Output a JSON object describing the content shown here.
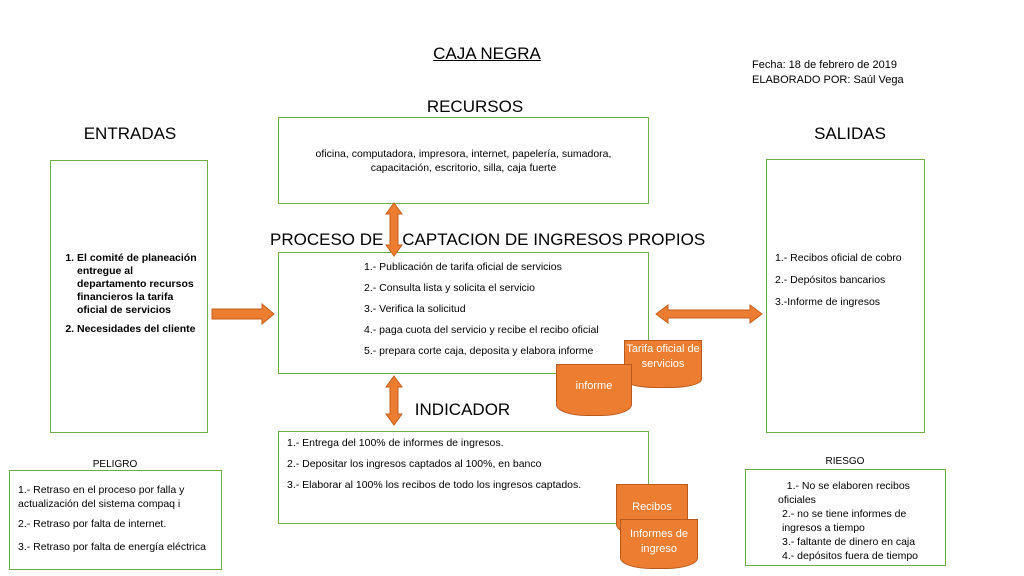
{
  "header": {
    "title": "CAJA NEGRA",
    "date": "Fecha: 18 de febrero de 2019",
    "author": "ELABORADO POR: Saúl Vega"
  },
  "recursos": {
    "heading": "RECURSOS",
    "text": "oficina, computadora, impresora, internet, papelería, sumadora, capacitación, escritorio, silla, caja fuerte"
  },
  "entradas": {
    "heading": "ENTRADAS",
    "items": [
      "El comité de planeación entregue al departamento recursos financieros la tarifa oficial  de servicios",
      "Necesidades del cliente"
    ]
  },
  "salidas": {
    "heading": "SALIDAS",
    "items": [
      "1.- Recibos oficial de cobro",
      "2.- Depósitos bancarios",
      "3.-Informe de ingresos"
    ]
  },
  "proceso": {
    "heading": "PROCESO DE    CAPTACION DE INGRESOS PROPIOS",
    "steps": [
      "1.-  Publicación de tarifa oficial de servicios",
      "2.- Consulta lista y solicita el servicio",
      "3.- Verifica la solicitud",
      "4.- paga cuota del servicio y recibe el recibo oficial",
      "5.- prepara corte caja, deposita y elabora informe"
    ]
  },
  "indicador": {
    "heading": "INDICADOR",
    "items": [
      "1.- Entrega del 100% de informes de ingresos.",
      "2.- Depositar los ingresos captados al 100%, en banco",
      " 3.- Elaborar al 100% los recibos de todo los ingresos captados."
    ]
  },
  "peligro": {
    "label": "PELIGRO",
    "items": [
      " 1.- Retraso en el proceso  por falla y actualización del sistema compaq i",
      "2.- Retraso por falta de internet.",
      "3.- Retraso por falta de energía eléctrica"
    ]
  },
  "riesgo": {
    "label": "RIESGO",
    "items": [
      "   1.- No se elaboren recibos oficiales",
      "2.- no se tiene informes de ingresos a tiempo",
      "3.- faltante de dinero en caja",
      "4.- depósitos fuera de tiempo"
    ]
  },
  "documents": {
    "tarifa": "Tarifa oficial de servicios",
    "informe": "informe",
    "recibos": "Recibos",
    "informes": "Informes de ingreso"
  },
  "colors": {
    "box_border": "#70ad47",
    "arrow": "#ed7d31",
    "doc_fill": "#ed7d31"
  }
}
